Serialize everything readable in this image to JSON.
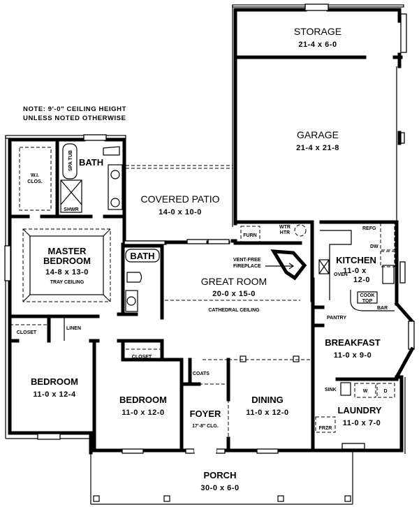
{
  "note": {
    "line1": "NOTE:  9'-0\" CEILING HEIGHT",
    "line2": "UNLESS NOTED OTHERWISE"
  },
  "rooms": {
    "storage": {
      "name": "STORAGE",
      "dims": "21-4 x 6-0"
    },
    "garage": {
      "name": "GARAGE",
      "dims": "21-4 x 21-8"
    },
    "covered_patio": {
      "name": "COVERED PATIO",
      "dims": "14-0 x 10-0"
    },
    "master_bedroom": {
      "name_line1": "MASTER",
      "name_line2": "BEDROOM",
      "dims": "14-8 x 13-0",
      "ceiling": "TRAY CEILING"
    },
    "great_room": {
      "name": "GREAT ROOM",
      "dims": "20-0 x 15-0",
      "ceiling": "CATHEDRAL CEILING"
    },
    "kitchen": {
      "name": "KITCHEN",
      "dims_line1": "11-0 x",
      "dims_line2": "12-0"
    },
    "breakfast": {
      "name": "BREAKFAST",
      "dims": "11-0 x 9-0"
    },
    "bedroom_left": {
      "name": "BEDROOM",
      "dims": "11-0 x 12-4"
    },
    "bedroom_mid": {
      "name": "BEDROOM",
      "dims": "11-0 x 12-0"
    },
    "foyer": {
      "name": "FOYER",
      "ceiling": "17'-8\" CLG."
    },
    "dining": {
      "name": "DINING",
      "dims": "11-0 x 12-0"
    },
    "laundry": {
      "name": "LAUNDRY",
      "dims": "11-0 x 7-0"
    },
    "porch": {
      "name": "PORCH",
      "dims": "30-0 x 6-0"
    }
  },
  "labels": {
    "master_bath": "BATH",
    "hall_bath": "BATH",
    "spa_tub": "SPA TUB",
    "shower": "SHWR",
    "wi_closet_1": "W.I.",
    "wi_closet_2": "CLOS.",
    "closet_left": "CLOSET",
    "closet_mid": "CLOSET",
    "linen": "LINEN",
    "coats": "COATS",
    "furnace": "FURN",
    "water_heater_1": "WTR",
    "water_heater_2": "HTR",
    "fireplace_1": "VENT-FREE",
    "fireplace_2": "FIREPLACE",
    "refrigerator": "REFG",
    "dishwasher": "DW",
    "oven": "OVEN",
    "cooktop_1": "COOK",
    "cooktop_2": "TOP",
    "bar": "BAR",
    "pantry": "PANTRY",
    "sink": "SINK",
    "washer": "W",
    "dryer": "D",
    "freezer": "FRZR"
  }
}
